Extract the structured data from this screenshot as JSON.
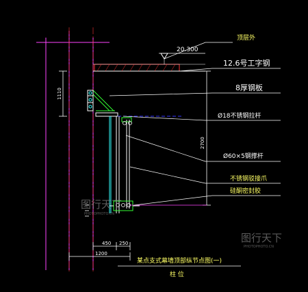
{
  "labels": {
    "top_level": "顶层外",
    "elevation": "20.300",
    "i_beam": "12.6号工字钢",
    "plate": "8厚钢板",
    "tie_rod": "Ø18不锈钢拉杆",
    "support_rod": "Ø60×5钢撑杆",
    "claw": "不锈钢驳接爪",
    "sealant": "硅酮密封胶"
  },
  "dimensions": {
    "dim_1110": "1110",
    "dim_2700": "2700",
    "dim_450": "450",
    "dim_250": "250",
    "dim_1200": "1200"
  },
  "title": {
    "main": "某点支式幕墙顶部纵节点图(一)",
    "sub": "柱  位"
  },
  "watermark": {
    "text": "图行天下",
    "sub": "PHOTOPHOTO.CN"
  },
  "colors": {
    "background": "#000000",
    "structure": "#ffffff",
    "red": "#ff3333",
    "magenta": "#ff44ff",
    "green": "#33ff33",
    "cyan": "#33ffff",
    "blue": "#3333ff",
    "yellow": "#ffff66"
  }
}
